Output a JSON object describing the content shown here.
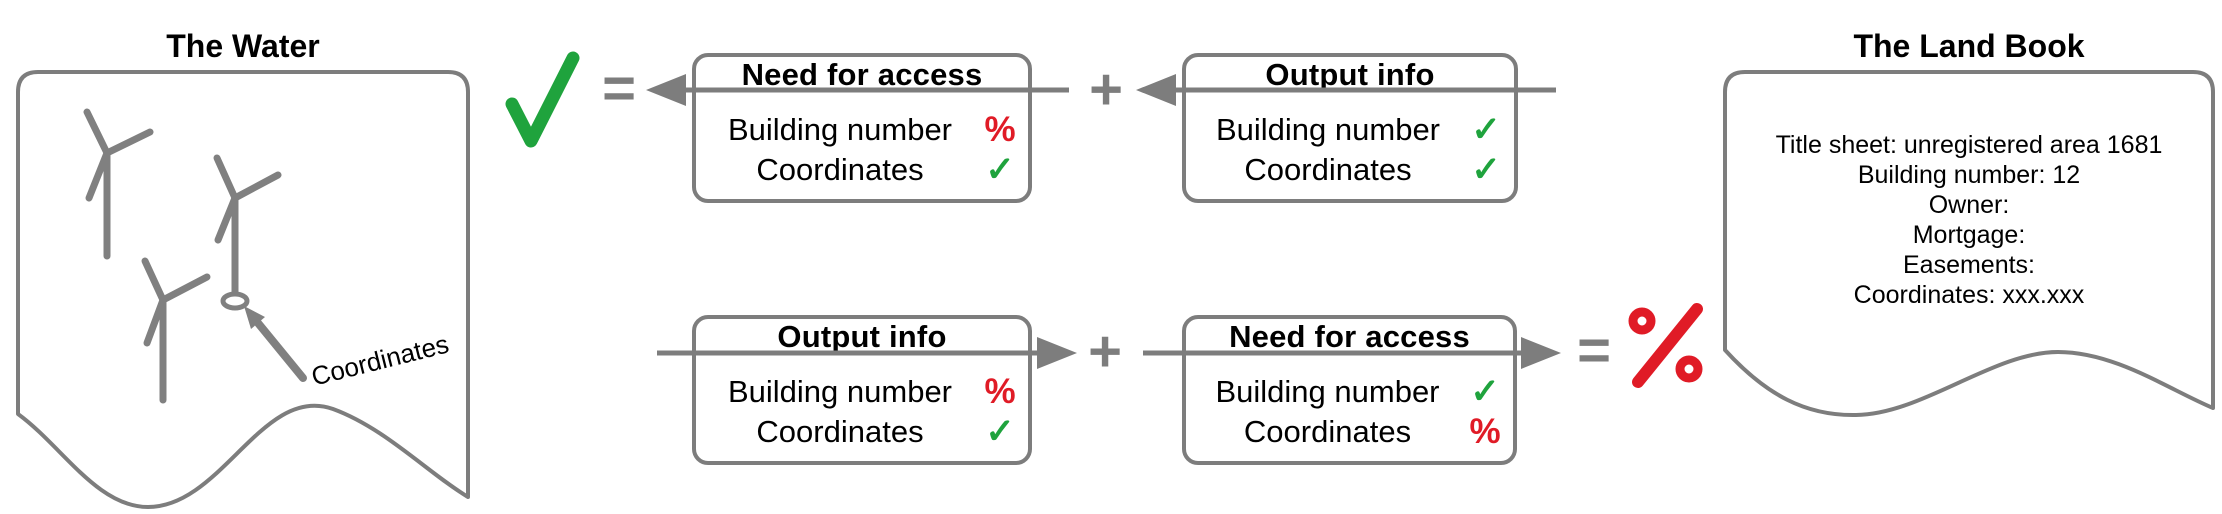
{
  "water_panel": {
    "title": "The Water",
    "coordinates_label": "Coordinates",
    "icons": [
      "wind-turbine-icon",
      "wind-turbine-icon",
      "wind-turbine-icon",
      "coordinates-point-icon",
      "pointer-arrow-icon"
    ]
  },
  "land_book": {
    "title": "The Land Book",
    "lines": [
      "Title sheet: unregistered area 1681",
      "Building number: 12",
      "Owner:",
      "Mortgage:",
      "Easements:",
      "Coordinates: xxx.xxx"
    ]
  },
  "equation_top": {
    "result_icon": "check-icon",
    "equals": "=",
    "plus": "+",
    "box_left": {
      "title": "Need for access",
      "rows": [
        {
          "label": "Building number",
          "mark": "%"
        },
        {
          "label": "Coordinates",
          "mark": "✓"
        }
      ]
    },
    "box_right": {
      "title": "Output info",
      "rows": [
        {
          "label": "Building number",
          "mark": "✓"
        },
        {
          "label": "Coordinates",
          "mark": "✓"
        }
      ]
    }
  },
  "equation_bottom": {
    "result_icon": "percent-icon",
    "equals": "=",
    "plus": "+",
    "box_left": {
      "title": "Output info",
      "rows": [
        {
          "label": "Building number",
          "mark": "%"
        },
        {
          "label": "Coordinates",
          "mark": "✓"
        }
      ]
    },
    "box_right": {
      "title": "Need for access",
      "rows": [
        {
          "label": "Building number",
          "mark": "✓"
        },
        {
          "label": "Coordinates",
          "mark": "%"
        }
      ]
    }
  },
  "colors": {
    "gray": "#7d7d7d",
    "green": "#1fa33d",
    "red": "#e01b26",
    "text": "#000000",
    "background": "#ffffff"
  }
}
